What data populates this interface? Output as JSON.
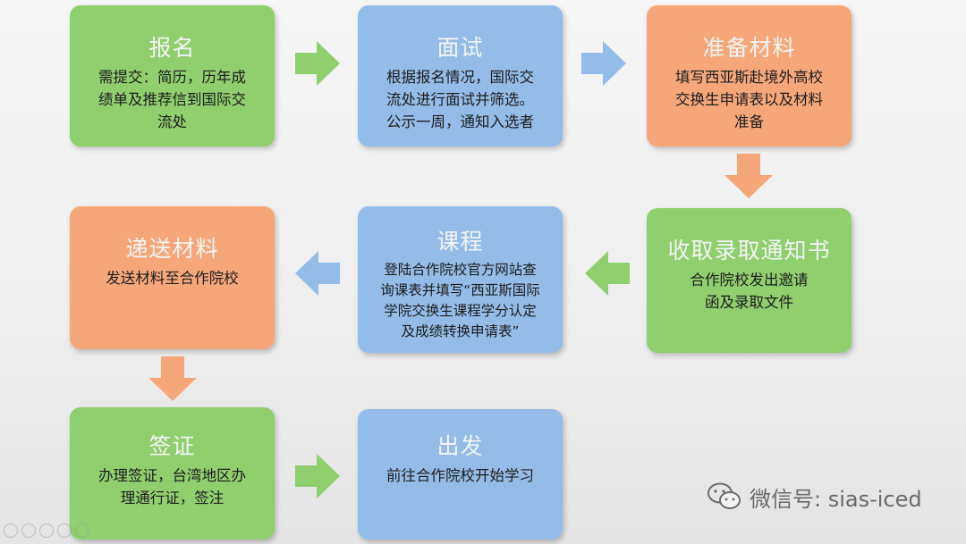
{
  "steps": [
    {
      "title": "报名",
      "lines": [
        "需提交：简历，历年成",
        "绩单及推荐信到国际交",
        "流处"
      ]
    },
    {
      "title": "面试",
      "lines": [
        "根据报名情况，国际交",
        "流处进行面试并筛选。",
        "公示一周，通知入选者"
      ]
    },
    {
      "title": "准备材料",
      "lines": [
        "填写西亚斯赴境外高校",
        "交换生申请表以及材料",
        "准备"
      ]
    },
    {
      "title": "收取录取通知书",
      "lines": [
        "合作院校发出邀请",
        "函及录取文件"
      ]
    },
    {
      "title": "课程",
      "lines": [
        "登陆合作院校官方网站查",
        "询课表并填写“西亚斯国际",
        "学院交换生课程学分认定",
        "及成绩转换申请表”"
      ]
    },
    {
      "title": "递送材料",
      "lines": [
        "发送材料至合作院校"
      ]
    },
    {
      "title": "签证",
      "lines": [
        "办理签证，台湾地区办",
        "理通行证，签注"
      ]
    },
    {
      "title": "出发",
      "lines": [
        "前往合作院校开始学习"
      ]
    }
  ],
  "watermark": {
    "text": "微信号: sias-iced"
  },
  "colors": {
    "green": "#8fcf6e",
    "blue": "#93bce8",
    "orange": "#f6a77a"
  }
}
